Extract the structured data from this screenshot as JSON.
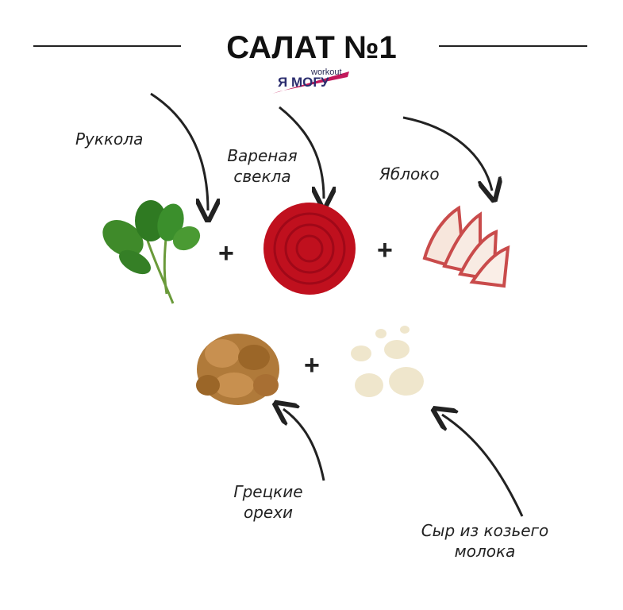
{
  "title": "САЛАТ №1",
  "logo": {
    "top": "workout",
    "main": "Я МОГУ"
  },
  "ingredients": [
    {
      "label": "Руккола",
      "icon": "arugula-icon"
    },
    {
      "label_line1": "Вареная",
      "label_line2": "свекла",
      "icon": "beet-slice-icon"
    },
    {
      "label": "Яблоко",
      "icon": "apple-slices-icon"
    },
    {
      "label_line1": "Грецкие",
      "label_line2": "орехи",
      "icon": "walnuts-icon"
    },
    {
      "label_line1": "Сыр из козьего",
      "label_line2": "молока",
      "icon": "goat-cheese-icon"
    }
  ],
  "plus": "+",
  "colors": {
    "accent": "#c2185b",
    "logo": "#2b2d6e",
    "beet": "#c0101e"
  }
}
